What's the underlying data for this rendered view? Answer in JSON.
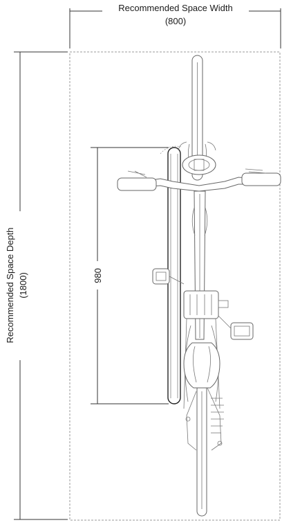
{
  "dimensions": {
    "width_label": "Recommended Space Width",
    "width_value": "(800)",
    "depth_label": "Recommended Space Depth",
    "depth_value": "(1800)",
    "rack_length": "980"
  },
  "icons": {
    "bicycle": "bicycle-top-view-icon",
    "rack": "bike-rack-icon"
  },
  "colors": {
    "lines": "#333333",
    "dashed_outline": "#9a9a9a"
  }
}
